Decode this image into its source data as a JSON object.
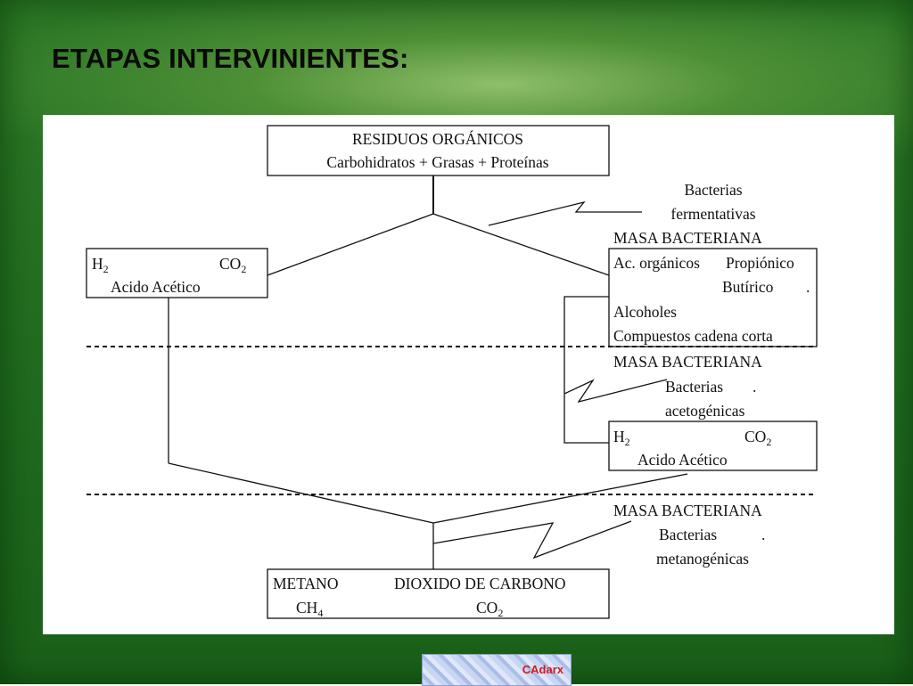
{
  "slide": {
    "title": "ETAPAS INTERVINIENTES:",
    "logo_text": "CAdarx"
  },
  "diagram": {
    "residuos": {
      "line1": "RESIDUOS ORGÁNICOS",
      "line2": "Carbohidratos + Grasas + Proteínas"
    },
    "fermentativas": {
      "line1": "Bacterias",
      "line2": "fermentativas"
    },
    "masa_bacteriana_1": "MASA BACTERIANA",
    "acidos_box": {
      "line1_a": "Ac. orgánicos",
      "line1_b": "Propiónico",
      "line2": "Butírico",
      "line2_dot": ".",
      "line3": "Alcoholes",
      "line4": "Compuestos cadena corta"
    },
    "h2_box_left": {
      "h": "H",
      "h_sub": "2",
      "co": "CO",
      "co_sub": "2",
      "line2": "Acido Acético"
    },
    "masa_bacteriana_2": "MASA BACTERIANA",
    "acetogenicas": {
      "line1": "Bacterias",
      "dot": ".",
      "line2": "acetogénicas"
    },
    "h2_box_right": {
      "h": "H",
      "h_sub": "2",
      "co": "CO",
      "co_sub": "2",
      "line2": "Acido Acético"
    },
    "masa_bacteriana_3": "MASA BACTERIANA",
    "metanogenicas": {
      "line1": "Bacterias",
      "dot": ".",
      "line2": "metanogénicas"
    },
    "final_box": {
      "metano": "METANO",
      "dioxido": "DIOXIDO DE CARBONO",
      "ch": "CH",
      "ch_sub": "4",
      "co": "CO",
      "co_sub": "2"
    }
  }
}
